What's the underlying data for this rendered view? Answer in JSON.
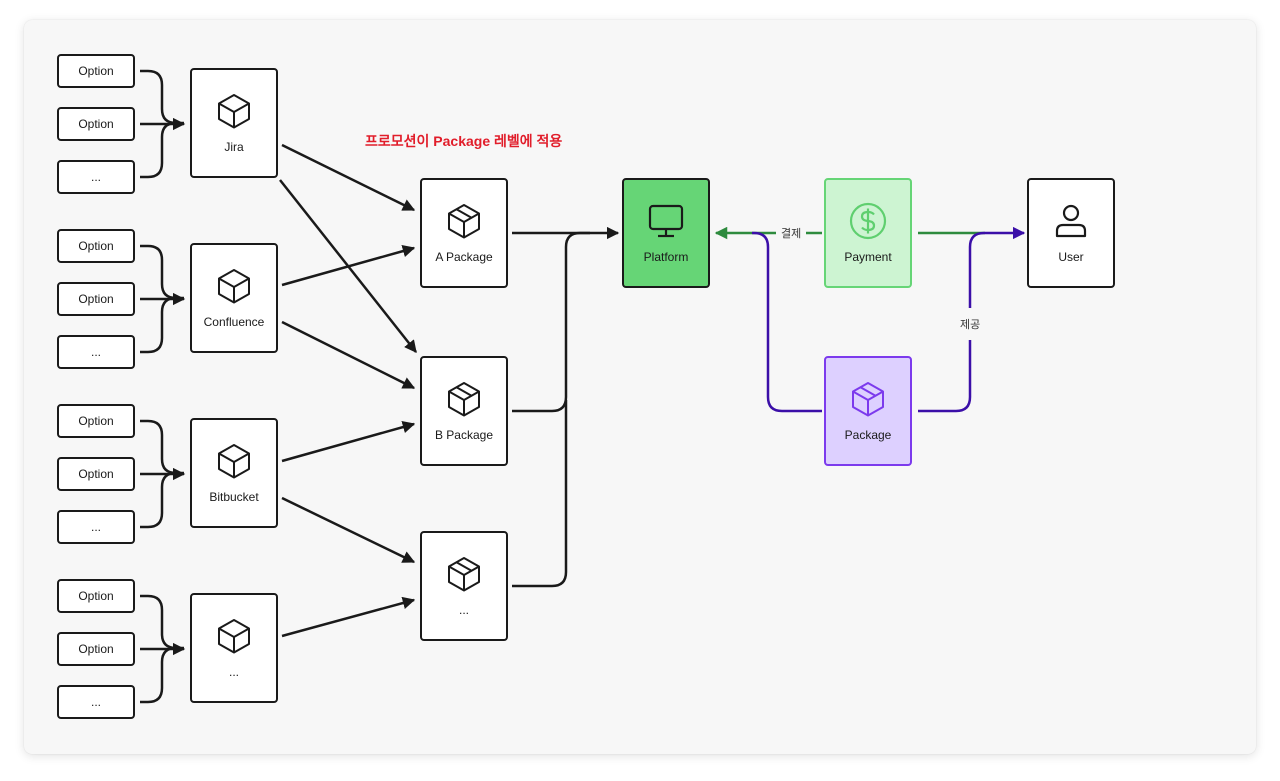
{
  "annotation": "프로모션이 Package 레벨에 적용",
  "sources": [
    {
      "label": "Jira",
      "icon": "cube-icon",
      "options": [
        "Option",
        "Option",
        "..."
      ]
    },
    {
      "label": "Confluence",
      "icon": "cube-icon",
      "options": [
        "Option",
        "Option",
        "..."
      ]
    },
    {
      "label": "Bitbucket",
      "icon": "cube-icon",
      "options": [
        "Option",
        "Option",
        "..."
      ]
    },
    {
      "label": "...",
      "icon": "cube-icon",
      "options": [
        "Option",
        "Option",
        "..."
      ]
    }
  ],
  "packages": [
    {
      "label": "A Package",
      "icon": "package-icon"
    },
    {
      "label": "B Package",
      "icon": "package-icon"
    },
    {
      "label": "...",
      "icon": "package-icon"
    }
  ],
  "platform": {
    "label": "Platform",
    "icon": "monitor-icon"
  },
  "payment": {
    "label": "Payment",
    "icon": "dollar-icon"
  },
  "package_node": {
    "label": "Package",
    "icon": "package-icon"
  },
  "user": {
    "label": "User",
    "icon": "user-icon"
  },
  "edges": {
    "payment_label": "결제",
    "provide_label": "제공"
  },
  "colors": {
    "annotation": "#e11d2a",
    "platform_fill": "#66d576",
    "payment_fill": "#cdf4d2",
    "payment_stroke": "#66d576",
    "payment_edge": "#2e8b3e",
    "package_fill": "#ddd0ff",
    "package_stroke": "#7c3aed",
    "provide_edge": "#3b0fa8"
  }
}
